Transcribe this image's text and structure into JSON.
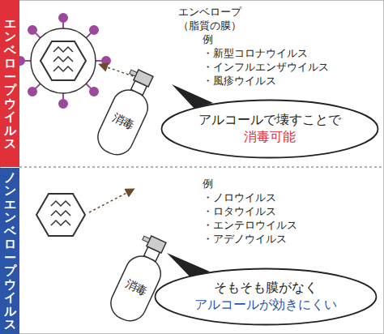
{
  "diagram": {
    "nodes": [
      {
        "text": [
          "エンベロープウイルス"
        ]
      },
      {
        "text": [
          "消毒"
        ]
      },
      {
        "text": [
          "アルコールで壊すことで",
          "消毒可能"
        ]
      },
      {
        "text": [
          "ノンエンベロープウイルス"
        ]
      },
      {
        "text": [
          "消毒"
        ]
      },
      {
        "text": [
          "そもそも膜がなく",
          "アルコールが効きにくい"
        ]
      }
    ],
    "labels": [
      "エンベロープ （脂質の膜）",
      "例",
      "・新型コロナウイルス",
      "・インフルエンザウイルス",
      "・風疹ウイルス",
      "例",
      "・ノロウイルス",
      "・ロタウイルス",
      "・エンテロウイルス",
      "・アデノウイルス"
    ]
  }
}
